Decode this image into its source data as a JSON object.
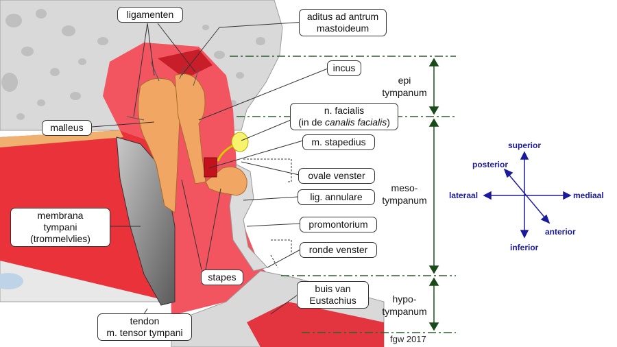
{
  "labels": {
    "ligamenten": "ligamenten",
    "aditus_line1": "aditus ad antrum",
    "aditus_line2": "mastoideum",
    "incus": "incus",
    "malleus": "malleus",
    "facialis_line1": "n. facialis",
    "facialis_line2a": "(in de ",
    "facialis_line2_italic": "canalis facialis",
    "facialis_line2b": ")",
    "m_stapedius": "m. stapedius",
    "ovale_venster": "ovale venster",
    "lig_annulare": "lig. annulare",
    "promontorium": "promontorium",
    "ronde_venster": "ronde venster",
    "eustachius_line1": "buis van",
    "eustachius_line2": "Eustachius",
    "membrana_line1": "membrana",
    "membrana_line2": "tympani",
    "membrana_line3": "(trommelvlies)",
    "stapes": "stapes",
    "tendon_line1": "tendon",
    "tendon_line2": "m. tensor tympani"
  },
  "zones": {
    "epi_line1": "epi",
    "epi_line2": "tympanum",
    "meso_line1": "meso-",
    "meso_line2": "tympanum",
    "hypo_line1": "hypo-",
    "hypo_line2": "tympanum"
  },
  "compass": {
    "superior": "superior",
    "posterior": "posterior",
    "lateraal": "lateraal",
    "mediaal": "mediaal",
    "anterior": "anterior",
    "inferior": "inferior"
  },
  "credit": "fgw 2017",
  "colors": {
    "bone": "#d9d9d9",
    "tissue_red": "#e9323a",
    "ossicle": "#f1a663",
    "compass_blue": "#1a1a9c",
    "zone_green": "#2e5e2e"
  }
}
